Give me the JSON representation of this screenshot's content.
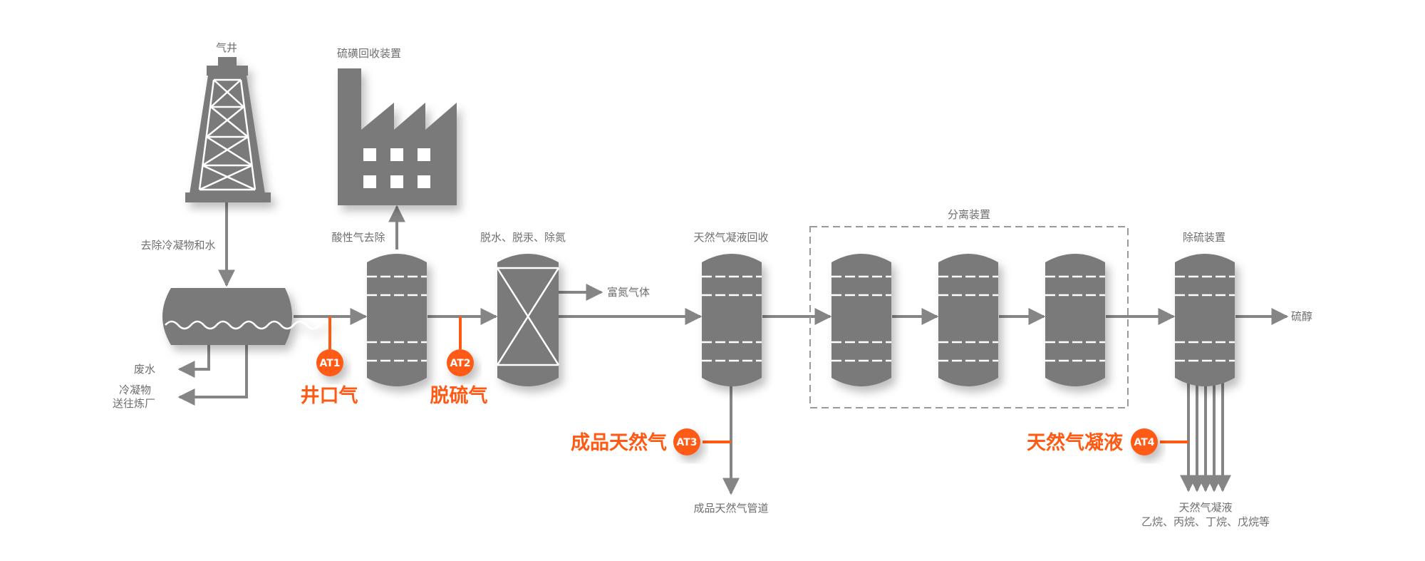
{
  "colors": {
    "equipment": "#7a7a7a",
    "flow": "#858585",
    "analyzer": "#ff5a14",
    "text": "#6e6e6e",
    "box": "#9a9a9a"
  },
  "labels": {
    "gas_well": "气井",
    "sulfur_recovery": "硫磺回收装置",
    "remove_condensate_water": "去除冷凝物和水",
    "acid_gas_removal": "酸性气去除",
    "dehydration": "脱水、脱汞、除氮",
    "ngl_recovery": "天然气凝液回收",
    "separation_unit": "分离装置",
    "desulfurization_unit": "除硫装置",
    "nitrogen_rich_gas": "富氮气体",
    "waste_water": "废水",
    "condensate_line1": "冷凝物",
    "condensate_line2": "送往炼厂",
    "product_pipeline": "成品天然气管道",
    "mercaptan": "硫醇",
    "ngl_out_line1": "天然气凝液",
    "ngl_out_line2": "乙烷、丙烷、丁烷、戊烷等"
  },
  "analyzers": [
    {
      "id": "AT1",
      "label": "井口气"
    },
    {
      "id": "AT2",
      "label": "脱硫气"
    },
    {
      "id": "AT3",
      "label": "成品天然气"
    },
    {
      "id": "AT4",
      "label": "天然气凝液"
    }
  ],
  "icons": [
    "derrick-icon",
    "factory-icon",
    "separator-vessel-icon",
    "column-icon",
    "packed-bed-icon"
  ]
}
